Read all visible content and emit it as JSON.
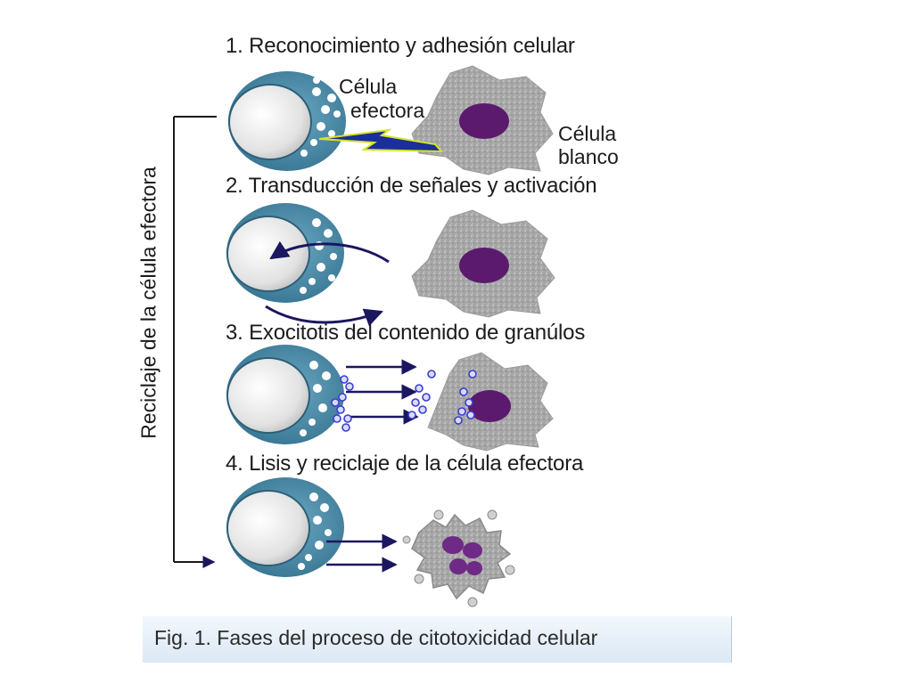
{
  "figure": {
    "steps": [
      {
        "title": "1. Reconocimiento y adhesión celular"
      },
      {
        "title": "2. Transducción de señales y activación"
      },
      {
        "title": "3. Exocitotis del contenido de granúlos"
      },
      {
        "title": "4. Lisis y reciclaje de la célula efectora"
      }
    ],
    "labels": {
      "effector_line1": "Célula",
      "effector_line2": "efectora",
      "target_line1": "Célula",
      "target_line2": "blanco"
    },
    "side_label": "Reciclaje de la célula efectora",
    "caption": "Fig. 1. Fases del proceso de citotoxicidad  celular"
  },
  "colors": {
    "effector_cell": "#3e7f9b",
    "effector_nucleus": "#e6e6e6",
    "target_cell": "#a9a9a9",
    "target_nucleus": "#5b1a6e",
    "arrows": "#1b1660",
    "granules": "#3c3ccf"
  }
}
